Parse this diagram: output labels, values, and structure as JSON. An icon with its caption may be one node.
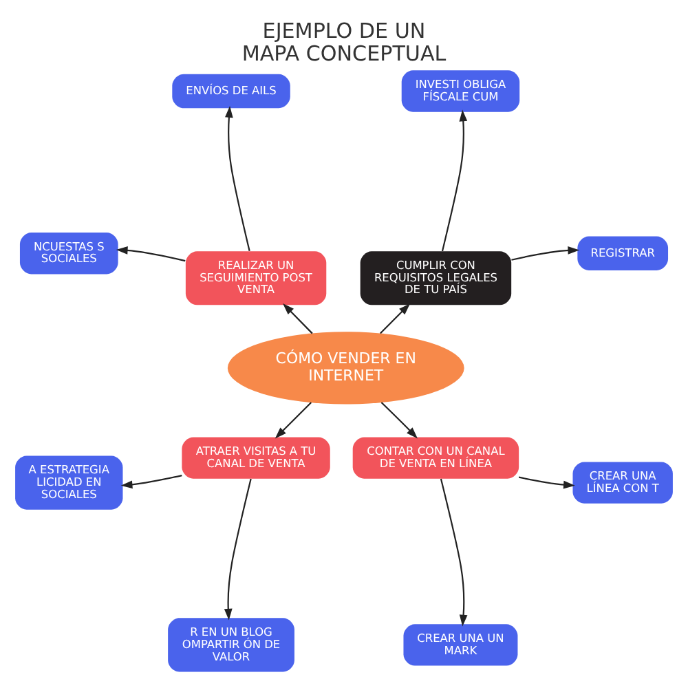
{
  "diagram": {
    "title": "EJEMPLO DE UN MAPA CONCEPTUAL",
    "nodes": [
      {
        "text": [
          "CÓMO VENDER EN INTERNET"
        ]
      },
      {
        "text": [
          "REALIZAR UN SEGUIMIENTO POST VENTA"
        ]
      },
      {
        "text": [
          "ENVÍOS DE AILS"
        ]
      },
      {
        "text": [
          "NCUESTAS S SOCIALES"
        ]
      },
      {
        "text": [
          "CUMPLIR CON REQUISITOS LEGALES DE TU PAÍS"
        ]
      },
      {
        "text": [
          "INVESTI OBLIGA FÍSCALE CUM"
        ]
      },
      {
        "text": [
          "REGISTRAR"
        ]
      },
      {
        "text": [
          "ATRAER VISITAS A TU CANAL DE VENTA"
        ]
      },
      {
        "text": [
          "A ESTRATEGIA LICIDAD EN SOCIALES"
        ]
      },
      {
        "text": [
          "R EN UN BLOG OMPARTIR ÓN DE VALOR"
        ]
      },
      {
        "text": [
          "CONTAR CON UN CANAL DE VENTA EN LÍNEA"
        ]
      },
      {
        "text": [
          "CREAR UNA LÍNEA CON T"
        ]
      },
      {
        "text": [
          "CREAR UNA UN MARK"
        ]
      }
    ],
    "edges": [
      {
        "from": 0,
        "to": 4,
        "arrow": "to"
      },
      {
        "from": 0,
        "to": 1,
        "arrow": "to"
      },
      {
        "from": 0,
        "to": 7,
        "arrow": "to"
      },
      {
        "from": 0,
        "to": 10,
        "arrow": "to"
      },
      {
        "from": 4,
        "to": 6,
        "arrow": "to"
      },
      {
        "from": 4,
        "to": 5,
        "arrow": "to"
      },
      {
        "from": 1,
        "to": 2,
        "arrow": "to"
      },
      {
        "from": 1,
        "to": 3,
        "arrow": "to"
      },
      {
        "from": 7,
        "to": 8,
        "arrow": "to"
      },
      {
        "from": 7,
        "to": 9,
        "arrow": "to"
      },
      {
        "from": 10,
        "to": 12,
        "arrow": "to"
      },
      {
        "from": 10,
        "to": 11,
        "arrow": "to"
      }
    ]
  }
}
